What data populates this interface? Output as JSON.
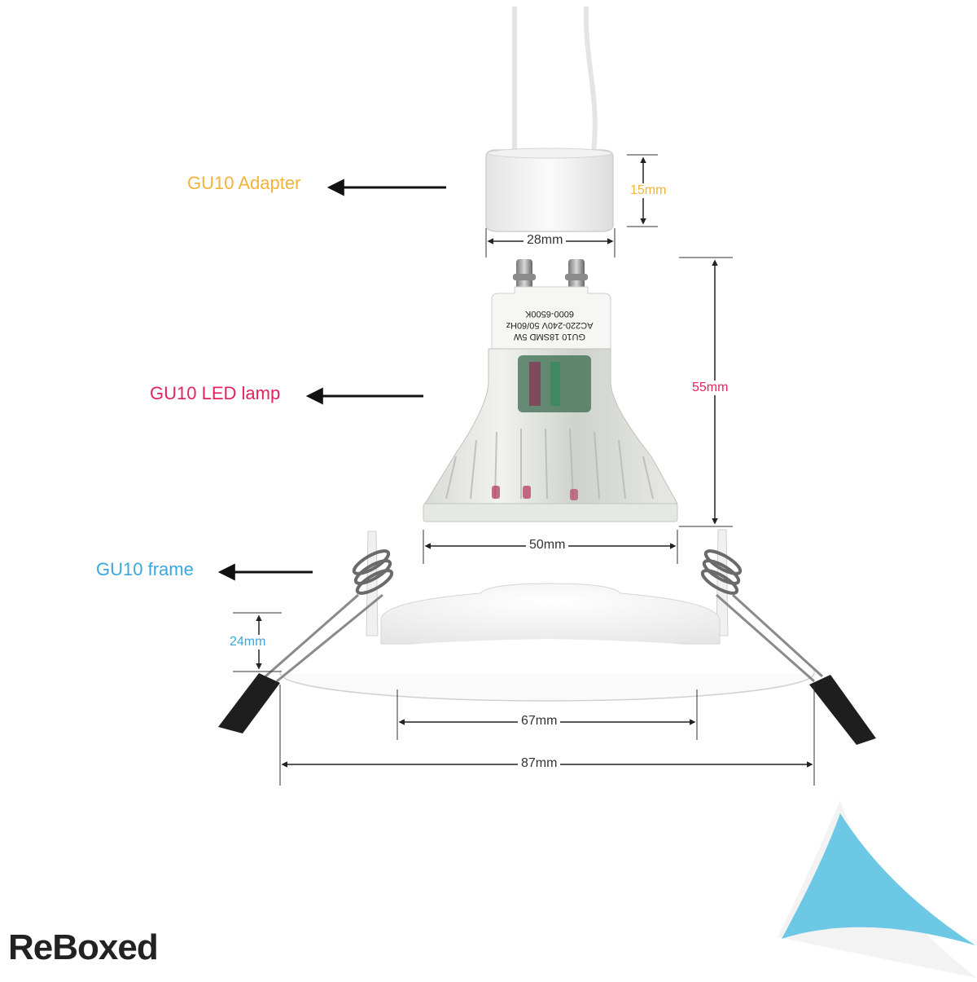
{
  "labels": {
    "adapter": "GU10 Adapter",
    "lamp": "GU10 LED lamp",
    "frame": "GU10 frame"
  },
  "dimensions": {
    "adapter_height": "15mm",
    "adapter_width": "28mm",
    "lamp_height": "55mm",
    "lamp_width": "50mm",
    "frame_height": "24mm",
    "cutout_diameter": "67mm",
    "outer_diameter": "87mm"
  },
  "lamp_print": {
    "line1": "GU10 18SMD 5W",
    "line2": "AC220-240V 50/60Hz",
    "line3": "6000-6500K"
  },
  "brand": "ReBoxed",
  "colors": {
    "adapter_label": "#f0b43c",
    "lamp_label": "#e3245c",
    "frame_label": "#3aa7dc",
    "lamp_dimension": "#e3245c",
    "frame_dimension": "#3aa7dc",
    "corner_accent": "#6cc8e4"
  }
}
